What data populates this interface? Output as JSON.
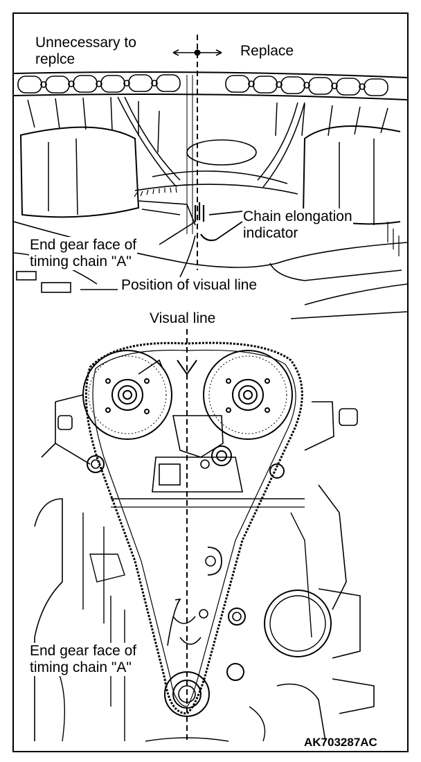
{
  "labels": {
    "unnecessary_line1": "Unnecessary to",
    "unnecessary_line2": "replce",
    "replace": "Replace",
    "chain_elong_line1": "Chain elongation",
    "chain_elong_line2": "indicator",
    "end_gear_top_line1": "End gear face of",
    "end_gear_top_line2": "timing chain \"A\"",
    "position_visual_line": "Position of visual line",
    "visual_line": "Visual line",
    "end_gear_bottom_line1": "End gear face of",
    "end_gear_bottom_line2": "timing chain \"A\"",
    "figure_code": "AK703287AC"
  },
  "colors": {
    "ink": "#000000",
    "paper": "#ffffff"
  }
}
